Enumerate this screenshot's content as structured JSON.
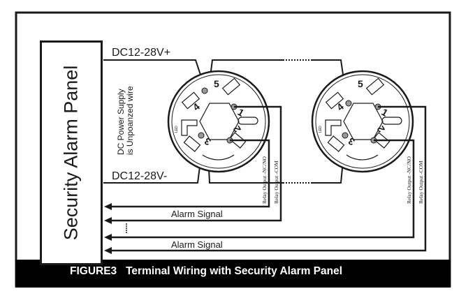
{
  "panel": {
    "label": "Security Alarm Panel"
  },
  "power": {
    "positive_label": "DC12-28V+",
    "negative_label": "DC12-28V-",
    "note_line1": "DC Power Supply",
    "note_line2": "is Unpoanzed wire"
  },
  "detectors": [
    {
      "id": "left",
      "terminals": [
        "1",
        "2",
        "3",
        "4",
        "5"
      ],
      "led_label": "LED",
      "relay_nc_no_label": "Relay Output -NC/NO",
      "relay_com_label": "Relay Output -COM"
    },
    {
      "id": "right",
      "terminals": [
        "1",
        "2",
        "3",
        "4",
        "5"
      ],
      "led_label": "LED",
      "relay_nc_no_label": "Relay Output -NC/NO",
      "relay_com_label": "Relay Output -COM"
    }
  ],
  "signals": [
    {
      "label": "Alarm Signal"
    },
    {
      "label": "Alarm Signal"
    }
  ],
  "caption": {
    "figure": "FIGURE3",
    "title": "Terminal Wiring with Security Alarm Panel"
  },
  "colors": {
    "line": "#1a1a1a",
    "background": "#ffffff",
    "caption_bg": "#000000",
    "terminal_fill": "#999999"
  }
}
